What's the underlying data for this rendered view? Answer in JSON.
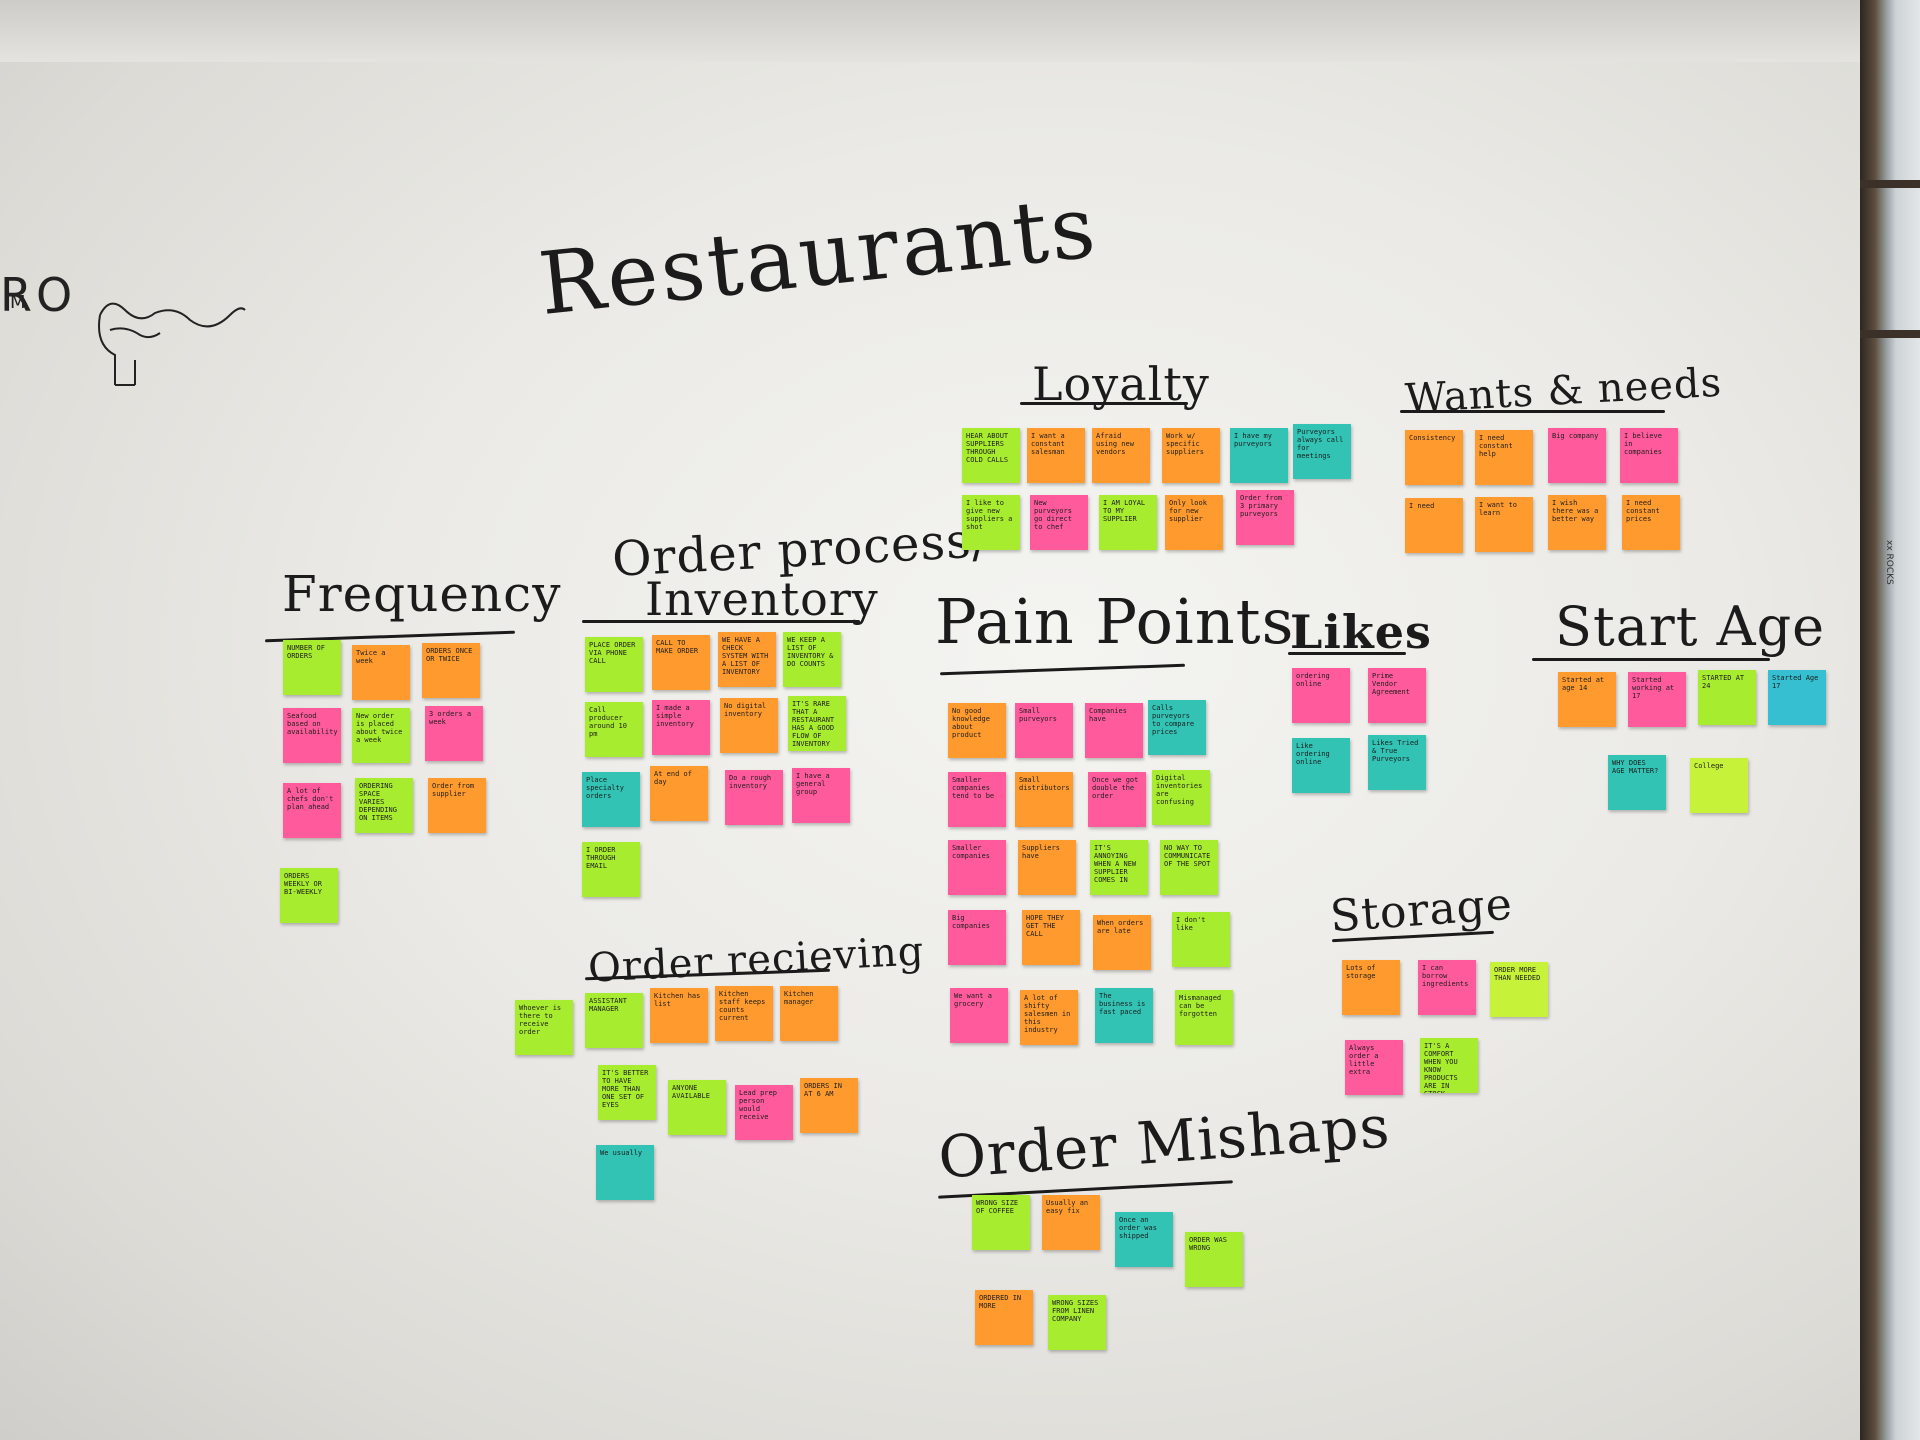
{
  "board": {
    "title": "Restaurants",
    "logo_fragment": "RO",
    "logo_top": "M",
    "side_mark": "xx ROCKS"
  },
  "headings": {
    "loyalty": "Loyalty",
    "wants": "Wants & needs",
    "frequency": "Frequency",
    "order_process_1": "Order process/",
    "order_process_2": "Inventory",
    "pain_points": "Pain Points",
    "likes": "Likes",
    "start_age": "Start Age",
    "storage": "Storage",
    "order_recieving": "Order recieving",
    "order_mishaps": "Order Mishaps"
  },
  "notes": {
    "loyalty": [
      {
        "text": "HEAR ABOUT SUPPLIERS THROUGH COLD CALLS",
        "color": "#a7ec2f"
      },
      {
        "text": "I want a constant salesman",
        "color": "#ff9a2e"
      },
      {
        "text": "Afraid using new vendors",
        "color": "#ff9a2e"
      },
      {
        "text": "Work w/ specific suppliers",
        "color": "#ff9a2e"
      },
      {
        "text": "I have my purveyors",
        "color": "#33c3b5"
      },
      {
        "text": "Purveyors always call for meetings",
        "color": "#33c3b5"
      },
      {
        "text": "I like to give new suppliers a shot",
        "color": "#a7ec2f"
      },
      {
        "text": "New purveyors go direct to chef",
        "color": "#ff5b9c"
      },
      {
        "text": "I AM LOYAL TO MY SUPPLIER",
        "color": "#a7ec2f"
      },
      {
        "text": "Only look for new supplier",
        "color": "#ff9a2e"
      },
      {
        "text": "Order from 3 primary purveyors",
        "color": "#ff5b9c"
      }
    ],
    "wants": [
      {
        "text": "Consistency",
        "color": "#ff9a2e"
      },
      {
        "text": "I need constant help",
        "color": "#ff9a2e"
      },
      {
        "text": "Big company",
        "color": "#ff5b9c"
      },
      {
        "text": "I believe in companies",
        "color": "#ff5b9c"
      },
      {
        "text": "I need",
        "color": "#ff9a2e"
      },
      {
        "text": "I want to learn",
        "color": "#ff9a2e"
      },
      {
        "text": "I wish there was a better way",
        "color": "#ff9a2e"
      },
      {
        "text": "I need constant prices",
        "color": "#ff9a2e"
      }
    ],
    "frequency": [
      {
        "text": "NUMBER OF ORDERS",
        "color": "#a7ec2f"
      },
      {
        "text": "Twice a week",
        "color": "#ff9a2e"
      },
      {
        "text": "ORDERS ONCE OR TWICE",
        "color": "#ff9a2e"
      },
      {
        "text": "Seafood based on availability",
        "color": "#ff5b9c"
      },
      {
        "text": "New order is placed about twice a week",
        "color": "#a7ec2f"
      },
      {
        "text": "3 orders a week",
        "color": "#ff5b9c"
      },
      {
        "text": "A lot of chefs don't plan ahead",
        "color": "#ff5b9c"
      },
      {
        "text": "ORDERING SPACE VARIES DEPENDING ON ITEMS",
        "color": "#a7ec2f"
      },
      {
        "text": "Order from supplier",
        "color": "#ff9a2e"
      },
      {
        "text": "ORDERS WEEKLY OR BI-WEEKLY",
        "color": "#a7ec2f"
      }
    ],
    "order_process": [
      {
        "text": "PLACE ORDER VIA PHONE CALL",
        "color": "#a7ec2f"
      },
      {
        "text": "CALL TO MAKE ORDER",
        "color": "#ff9a2e"
      },
      {
        "text": "WE HAVE A CHECK SYSTEM WITH A LIST OF INVENTORY",
        "color": "#ff9a2e"
      },
      {
        "text": "WE KEEP A LIST OF INVENTORY & DO COUNTS",
        "color": "#a7ec2f"
      },
      {
        "text": "Call producer around 10 pm",
        "color": "#a7ec2f"
      },
      {
        "text": "I made a simple inventory",
        "color": "#ff5b9c"
      },
      {
        "text": "No digital inventory",
        "color": "#ff9a2e"
      },
      {
        "text": "IT'S RARE THAT A RESTAURANT HAS A GOOD FLOW OF INVENTORY",
        "color": "#a7ec2f"
      },
      {
        "text": "Place specialty orders",
        "color": "#33c3b5"
      },
      {
        "text": "At end of day",
        "color": "#ff9a2e"
      },
      {
        "text": "Do a rough inventory",
        "color": "#ff5b9c"
      },
      {
        "text": "I have a general group",
        "color": "#ff5b9c"
      },
      {
        "text": "I ORDER THROUGH EMAIL",
        "color": "#a7ec2f"
      }
    ],
    "pain_points": [
      {
        "text": "No good knowledge about product",
        "color": "#ff9a2e"
      },
      {
        "text": "Small purveyors",
        "color": "#ff5b9c"
      },
      {
        "text": "Companies have",
        "color": "#ff5b9c"
      },
      {
        "text": "Calls purveyors to compare prices",
        "color": "#33c3b5"
      },
      {
        "text": "Smaller companies tend to be",
        "color": "#ff5b9c"
      },
      {
        "text": "Small distributors",
        "color": "#ff9a2e"
      },
      {
        "text": "Once we got double the order",
        "color": "#ff5b9c"
      },
      {
        "text": "Digital inventories are confusing",
        "color": "#a7ec2f"
      },
      {
        "text": "Smaller companies",
        "color": "#ff5b9c"
      },
      {
        "text": "Suppliers have",
        "color": "#ff9a2e"
      },
      {
        "text": "IT'S ANNOYING WHEN A NEW SUPPLIER COMES IN",
        "color": "#a7ec2f"
      },
      {
        "text": "NO WAY TO COMMUNICATE OF THE SPOT",
        "color": "#a7ec2f"
      },
      {
        "text": "Big companies",
        "color": "#ff5b9c"
      },
      {
        "text": "HOPE THEY GET THE CALL",
        "color": "#ff9a2e"
      },
      {
        "text": "When orders are late",
        "color": "#ff9a2e"
      },
      {
        "text": "I don't like",
        "color": "#a7ec2f"
      },
      {
        "text": "We want a grocery",
        "color": "#ff5b9c"
      },
      {
        "text": "A lot of shifty salesmen in this industry",
        "color": "#ff9a2e"
      },
      {
        "text": "The business is fast paced",
        "color": "#33c3b5"
      },
      {
        "text": "Mismanaged can be forgotten",
        "color": "#a7ec2f"
      }
    ],
    "likes": [
      {
        "text": "ordering online",
        "color": "#ff5b9c"
      },
      {
        "text": "Prime Vendor Agreement",
        "color": "#ff5b9c"
      },
      {
        "text": "Like ordering online",
        "color": "#33c3b5"
      },
      {
        "text": "Likes Tried & True Purveyors",
        "color": "#33c3b5"
      }
    ],
    "start_age": [
      {
        "text": "Started at age 14",
        "color": "#ff9a2e"
      },
      {
        "text": "Started working at 17",
        "color": "#ff5b9c"
      },
      {
        "text": "STARTED AT 24",
        "color": "#a7ec2f"
      },
      {
        "text": "Started Age 17",
        "color": "#35bfd0"
      },
      {
        "text": "WHY DOES AGE MATTER?",
        "color": "#33c3b5"
      },
      {
        "text": "College",
        "color": "#c6f23a"
      }
    ],
    "storage": [
      {
        "text": "Lots of storage",
        "color": "#ff9a2e"
      },
      {
        "text": "I can borrow ingredients",
        "color": "#ff5b9c"
      },
      {
        "text": "ORDER MORE THAN NEEDED",
        "color": "#c6f23a"
      },
      {
        "text": "Always order a little extra",
        "color": "#ff5b9c"
      },
      {
        "text": "IT'S A COMFORT WHEN YOU KNOW PRODUCTS ARE IN STOCK",
        "color": "#a7ec2f"
      }
    ],
    "order_recieving": [
      {
        "text": "Whoever is there to receive order",
        "color": "#a7ec2f"
      },
      {
        "text": "ASSISTANT MANAGER",
        "color": "#a7ec2f"
      },
      {
        "text": "Kitchen has list",
        "color": "#ff9a2e"
      },
      {
        "text": "Kitchen staff keeps counts current",
        "color": "#ff9a2e"
      },
      {
        "text": "Kitchen manager",
        "color": "#ff9a2e"
      },
      {
        "text": "IT'S BETTER TO HAVE MORE THAN ONE SET OF EYES",
        "color": "#a7ec2f"
      },
      {
        "text": "ANYONE AVAILABLE",
        "color": "#a7ec2f"
      },
      {
        "text": "Lead prep person would receive",
        "color": "#ff5b9c"
      },
      {
        "text": "ORDERS IN AT 6 AM",
        "color": "#ff9a2e"
      },
      {
        "text": "We usually",
        "color": "#33c3b5"
      }
    ],
    "order_mishaps": [
      {
        "text": "WRONG SIZE OF COFFEE",
        "color": "#a7ec2f"
      },
      {
        "text": "Usually an easy fix",
        "color": "#ff9a2e"
      },
      {
        "text": "Once an order was shipped",
        "color": "#33c3b5"
      },
      {
        "text": "ORDER WAS WRONG",
        "color": "#a7ec2f"
      },
      {
        "text": "ORDERED IN MORE",
        "color": "#ff9a2e"
      },
      {
        "text": "WRONG SIZES FROM LINEN COMPANY",
        "color": "#a7ec2f"
      }
    ]
  }
}
